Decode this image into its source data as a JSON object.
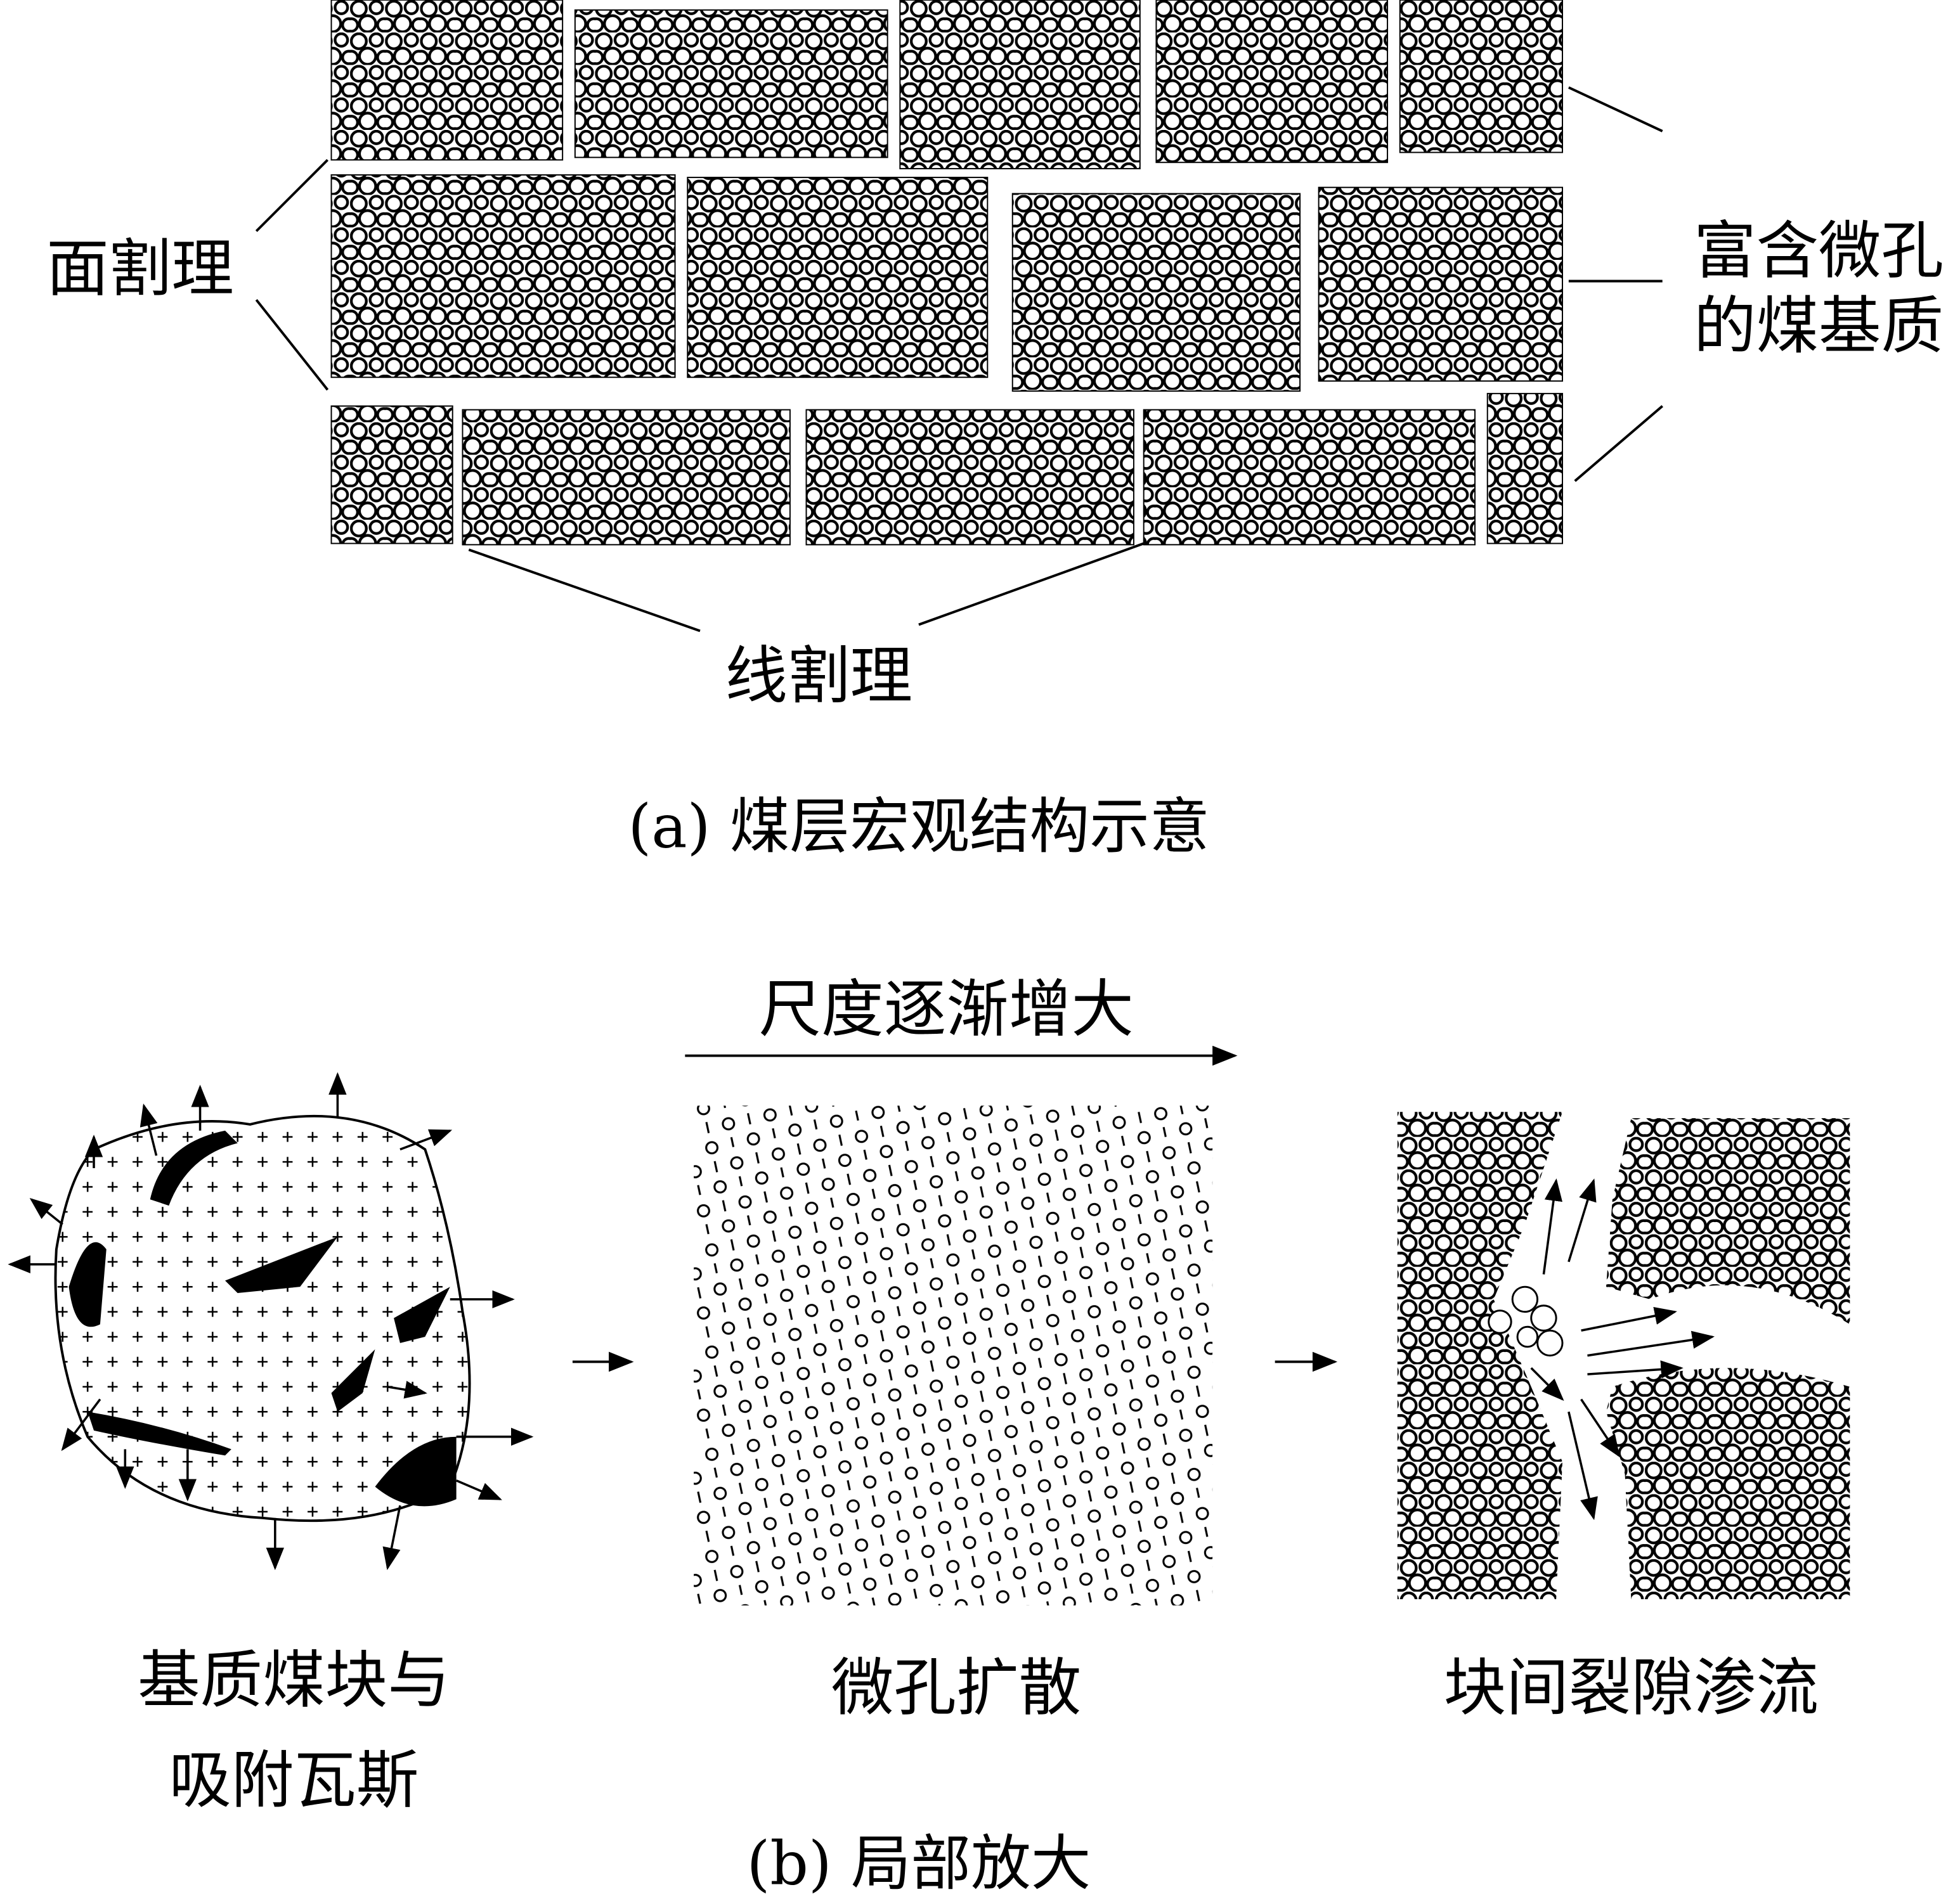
{
  "part_a": {
    "label_face_cleat": "面割理",
    "label_matrix_line1": "富含微孔",
    "label_matrix_line2": "的煤基质",
    "label_butt_cleat": "线割理",
    "caption": "(a) 煤层宏观结构示意"
  },
  "part_b": {
    "scale_label": "尺度逐渐增大",
    "panel1_line1": "基质煤块与",
    "panel1_line2": "吸附瓦斯",
    "panel2_label": "微孔扩散",
    "panel3_label": "块间裂隙渗流",
    "caption": "(b) 局部放大"
  },
  "colors": {
    "ink": "#000000",
    "background": "#ffffff"
  }
}
